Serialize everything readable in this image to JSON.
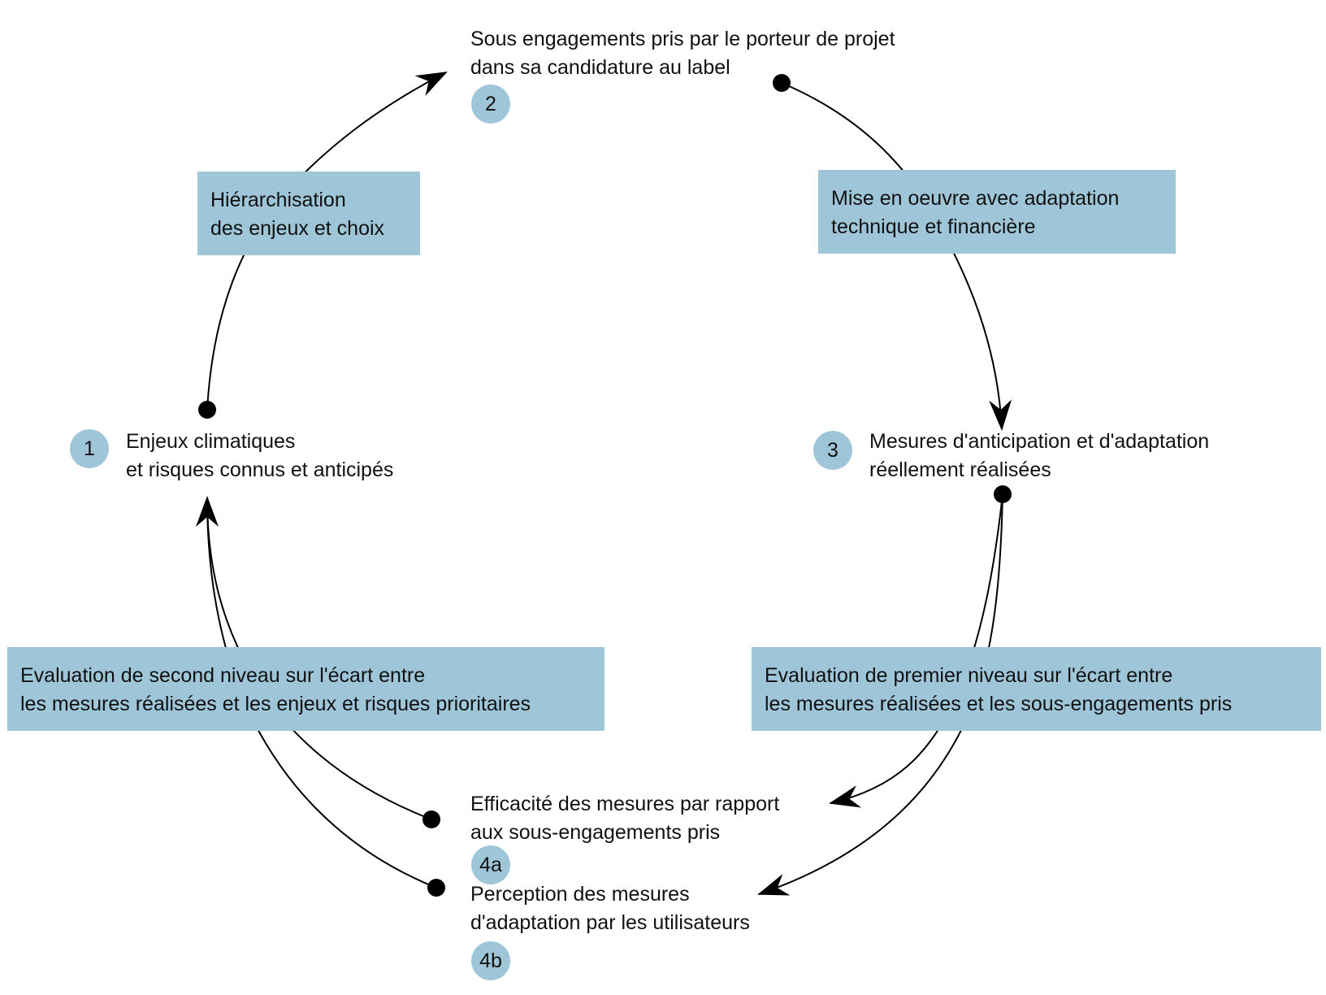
{
  "colors": {
    "box_fill": "#9ec6d8",
    "badge_fill": "#9ec6d8",
    "line": "#000000"
  },
  "nodes": {
    "n1": {
      "badge": "1",
      "line1": "Enjeux climatiques",
      "line2": "et risques connus et anticipés"
    },
    "n2": {
      "badge": "2",
      "line1": "Sous engagements pris par le porteur de projet",
      "line2": "dans sa candidature au label"
    },
    "n3": {
      "badge": "3",
      "line1": "Mesures d'anticipation et d'adaptation",
      "line2": "réellement réalisées"
    },
    "n4a": {
      "badge": "4a",
      "line1": "Efficacité des mesures par rapport",
      "line2": "aux sous-engagements pris"
    },
    "n4b": {
      "badge": "4b",
      "line1": "Perception des mesures",
      "line2": "d'adaptation par les utilisateurs"
    }
  },
  "boxes": {
    "hierarchisation": {
      "line1": "Hiérarchisation",
      "line2": "des enjeux et choix"
    },
    "mise_en_oeuvre": {
      "line1": "Mise en oeuvre avec adaptation",
      "line2": "technique et financière"
    },
    "eval_second": {
      "line1": "Evaluation de second niveau sur l'écart entre",
      "line2": "les mesures réalisées et les enjeux et risques prioritaires"
    },
    "eval_premier": {
      "line1": "Evaluation de premier niveau sur l'écart entre",
      "line2": "les mesures réalisées et les  sous-engagements pris"
    }
  },
  "icons": {
    "connector_start": "filled-dot",
    "connector_end": "open-arrowhead"
  }
}
